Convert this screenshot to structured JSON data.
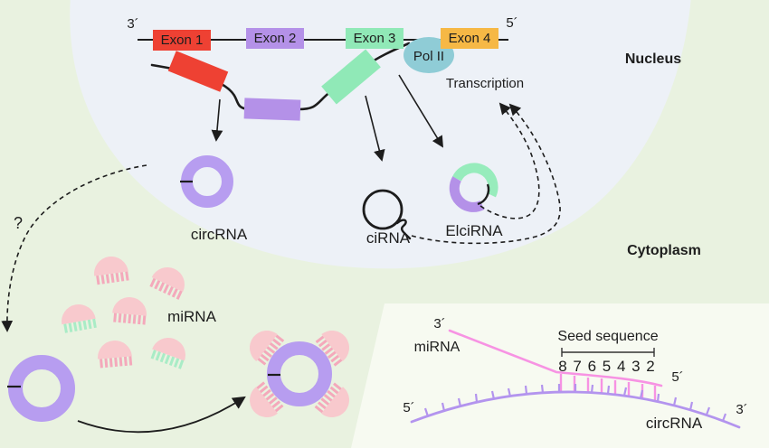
{
  "figure": {
    "nucleus_label": "Nucleus",
    "cytoplasm_label": "Cytoplasm"
  },
  "gene": {
    "three_prime": "3´",
    "five_prime": "5´",
    "exons": [
      {
        "label": "Exon 1",
        "color": "#ee4133"
      },
      {
        "label": "Exon 2",
        "color": "#b491e8"
      },
      {
        "label": "Exon 3",
        "color": "#90e9b7"
      },
      {
        "label": "Exon 4",
        "color": "#f6b845"
      }
    ],
    "pol2_label": "Pol II",
    "transcription_label": "Transcription"
  },
  "products": {
    "circrna_label": "circRNA",
    "cirna_label": "ciRNA",
    "elcirna_label": "ElciRNA"
  },
  "cytoplasm_area": {
    "question_mark": "?",
    "mirna_label": "miRNA"
  },
  "seed_panel": {
    "mirna_three_prime": "3´",
    "mirna_label": "miRNA",
    "title": "Seed sequence",
    "positions": "8 7 6 5 4 3 2",
    "mirna_five_prime": "5´",
    "circ_five_prime": "5´",
    "circ_three_prime": "3´",
    "circrna_label": "circRNA"
  },
  "colors": {
    "background": "#e9f2e0",
    "nucleus": "#edf1f7",
    "panel": "#f7faf1",
    "exon1_red": "#ee4133",
    "exon2_purple": "#b491e8",
    "exon3_green": "#90e9b7",
    "exon4_orange": "#f6b845",
    "pol2_teal": "#8fccd6",
    "ring_purple": "#b79df0",
    "elci_green": "#97ecbc",
    "mirna_body_pink": "#f8c9cd",
    "mirna_teeth_pink": "#f4a9bb",
    "mirna_teeth_green": "#a9ecc6",
    "panel_mirna_pink": "#f793e3",
    "panel_circ_purple": "#b394ee",
    "line_black": "#1d1d1d"
  }
}
